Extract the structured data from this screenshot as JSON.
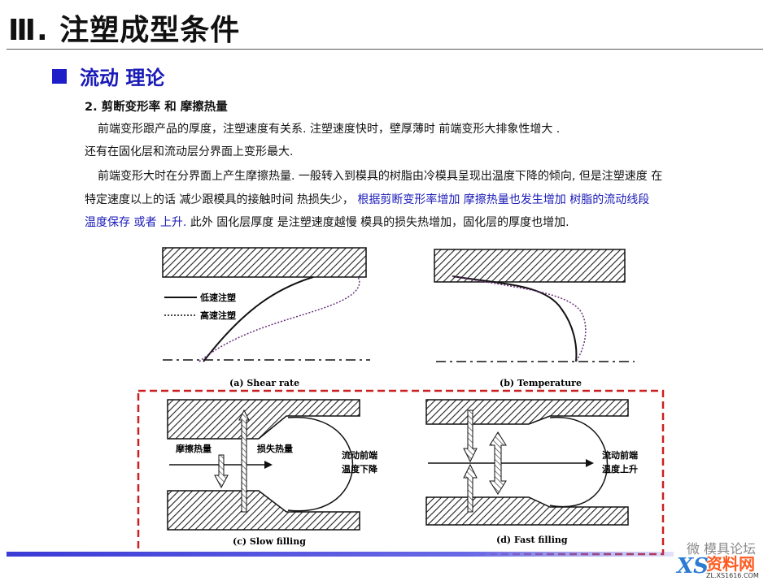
{
  "title": "Ⅲ.  注塑成型条件",
  "section": {
    "label": "流动 理论"
  },
  "subheading": "2.  剪断变形率 和  摩擦热量",
  "paragraphs": {
    "p1": "前端变形跟产品的厚度，注塑速度有关系. 注塑速度快时，壁厚薄时 前端变形大排象性增大 .",
    "p2": "还有在固化层和流动层分界面上变形最大.",
    "p3": "前端变形大时在分界面上产生摩擦热量. 一般转入到模具的树脂由冷模具呈现出温度下降的倾向, 但是注塑速度  在",
    "p4_black": "特定速度以上的话  减少跟模具的接触时间  热损失少，",
    "p4_blue": "根据剪断变形率增加  摩擦热量也发生增加  树脂的流动线段",
    "p5_blue": "温度保存  或者  上升.",
    "p5_black": " 此外 固化层厚度 是注塑速度越慢 模具的损失热增加，固化层的厚度也增加."
  },
  "figure": {
    "a": {
      "caption": "(a) Shear rate",
      "legend_low": "低速注塑",
      "legend_high": "高速注塑"
    },
    "b": {
      "caption": "(b) Temperature"
    },
    "c": {
      "caption": "(c) Slow filling",
      "label_friction": "摩擦热量",
      "label_loss": "损失热量",
      "label_front_1": "流动前端",
      "label_front_2": "温度下降"
    },
    "d": {
      "caption": "(d) Fast filling",
      "label_front_1": "流动前端",
      "label_front_2": "温度上升"
    }
  },
  "watermark": {
    "text": "微 模具论坛",
    "logo_main": "资料网",
    "logo_letters": "XS",
    "logo_url": "ZL.XS1616.COM"
  },
  "colors": {
    "accent_blue": "#1a1ab8",
    "dashed_frame": "#cc2020"
  }
}
